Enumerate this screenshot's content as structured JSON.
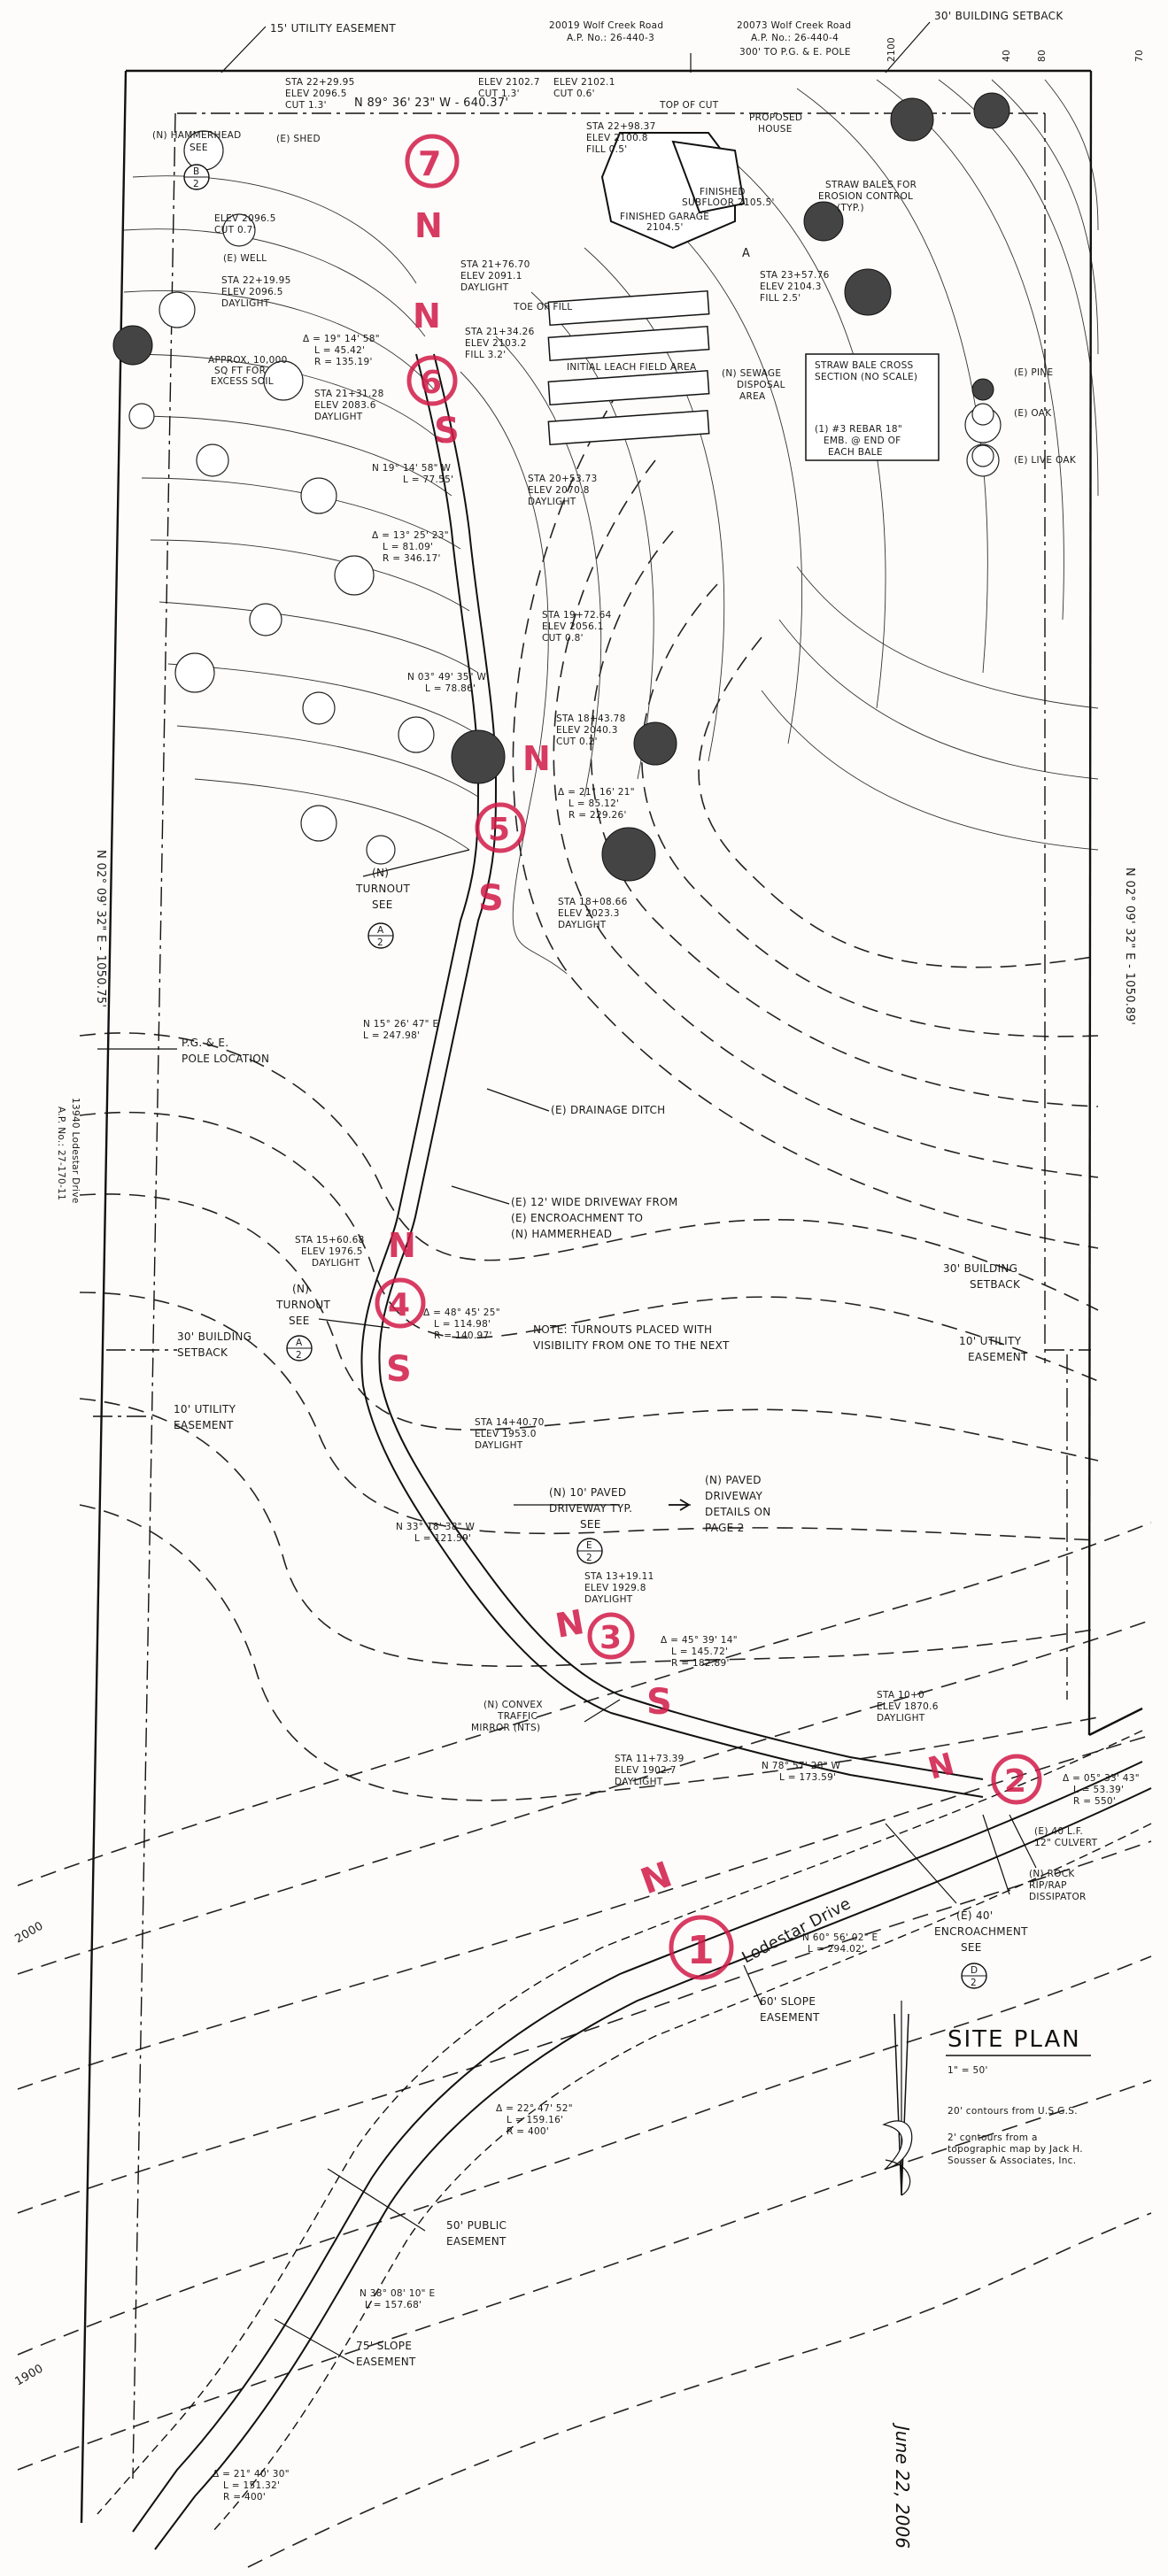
{
  "top": {
    "utility_easement": "15' UTILITY EASEMENT",
    "address_left": "20019 Wolf Creek Road",
    "apn_left": "A.P. No.: 26-440-3",
    "address_right": "20073 Wolf Creek Road",
    "apn_right": "A.P. No.: 26-440-4",
    "building_setback": "30' BUILDING SETBACK",
    "pge_pole": "300' TO P.G. & E. POLE",
    "north_bearing": "N 89° 36' 23\" W - 640.37'",
    "contour_2100": "2100",
    "contour_40": "40",
    "contour_80": "80",
    "contour_70": "70"
  },
  "upper_labels": {
    "sta_2295": "STA 22+29.95",
    "elev_20965": "ELEV 2096.5",
    "cut_13": "CUT 1.3'",
    "elev_21027": "ELEV 2102.7",
    "cut_13b": "CUT 1.3'",
    "elev_21021": "ELEV 2102.1",
    "cut_06": "CUT 0.6'",
    "top_of_cut": "TOP OF CUT",
    "sta_2298": "STA 22+98.37",
    "elev_21008": "ELEV 2100.8",
    "fill_05": "FILL 0.5'",
    "proposed_house": "PROPOSED",
    "proposed_house2": "HOUSE",
    "hammerhead": "(N) HAMMERHEAD",
    "hammerhead_see": "SEE",
    "shed": "(E) SHED",
    "finished_subfloor": "FINISHED",
    "finished_subfloor2": "SUBFLOOR 2105.5'",
    "finished_garage": "FINISHED GARAGE",
    "finished_garage2": "2104.5'",
    "straw_bales": "STRAW BALES FOR",
    "straw_bales2": "EROSION CONTROL",
    "straw_bales3": "(TYP.)",
    "elev_20965b": "ELEV 2096.5",
    "cut_07": "CUT 0.7'",
    "well": "(E) WELL",
    "sta_2219": "STA 22+19.95",
    "elev_20965c": "ELEV 2096.5",
    "daylight": "DAYLIGHT",
    "sta_2176": "STA 21+76.70",
    "elev_20911": "ELEV 2091.1",
    "daylight2": "DAYLIGHT",
    "toe_of_fill": "TOE OF FILL",
    "sta_2357": "STA 23+57.76",
    "elev_21043": "ELEV 2104.3",
    "fill_25": "FILL 2.5'",
    "delta_1": "Δ = 19° 14' 58\"",
    "l_1": "L = 45.42'",
    "r_1": "R = 135.19'",
    "sta_2134": "STA 21+34.26",
    "elev_21032": "ELEV 2103.2",
    "fill_32": "FILL 3.2'",
    "approx_10000": "APPROX. 10,000",
    "approx_10000b": "SQ FT FOR",
    "approx_10000c": "EXCESS SOIL",
    "sta_2131": "STA 21+31.28",
    "elev_20836": "ELEV 2083.6",
    "daylight3": "DAYLIGHT",
    "sewage": "(N) SEWAGE",
    "sewage2": "DISPOSAL",
    "sewage3": "AREA",
    "initial_leach": "INITIAL LEACH FIELD AREA",
    "straw_bale_cross": "STRAW BALE CROSS",
    "straw_bale_cross2": "SECTION (NO SCALE)",
    "rebar": "(1) #3 REBAR 18\"",
    "rebar2": "EMB. @ END OF",
    "rebar3": "EACH BALE",
    "pine": "(E) PINE",
    "oak": "(E) OAK",
    "live_oak": "(E) LIVE OAK",
    "n_bearing_1": "N 19° 14' 58\" W",
    "l_bearing_1": "L = 77.55'",
    "sta_2070": "STA 20+53.73",
    "elev_20708": "ELEV 2070.8",
    "daylight4": "DAYLIGHT"
  },
  "mid_labels": {
    "delta_2": "Δ = 13° 25' 23\"",
    "l_2": "L = 81.09'",
    "r_2": "R = 346.17'",
    "sta_1972": "STA 19+72.64",
    "elev_20561": "ELEV 2056.1",
    "cut_08": "CUT 0.8'",
    "n_bearing_2": "N 03° 49' 35\" W",
    "l_bearing_2": "L = 78.86'",
    "sta_1843": "STA 18+43.78",
    "elev_20403": "ELEV 2040.3",
    "cut_02": "CUT 0.2'",
    "delta_3": "Δ = 21° 16' 21\"",
    "l_3": "L = 85.12'",
    "r_3": "R = 229.26'",
    "turnout": "(N)",
    "turnout2": "TURNOUT",
    "turnout3": "SEE",
    "sta_1808": "STA 18+08.66",
    "elev_20233": "ELEV 2023.3",
    "daylight5": "DAYLIGHT",
    "n_bearing_3": "N 15° 26' 47\" E",
    "l_bearing_3": "L = 247.98'",
    "pge_location": "P.G. & E.",
    "pge_location2": "POLE LOCATION",
    "drainage": "(E) DRAINAGE DITCH",
    "driveway_12": "(E) 12' WIDE DRIVEWAY FROM",
    "driveway_12b": "(E) ENCROACHMENT TO",
    "driveway_12c": "(N) HAMMERHEAD",
    "west_bearing": "N 02° 09' 32\" E - 1050.75'",
    "east_bearing": "N 02° 09' 32\" E - 1050.89'",
    "lodestar_addr": "13940 Lodestar Drive",
    "lodestar_apn": "A.P. No.: 27-170-11"
  },
  "lower_labels": {
    "sta_1560": "STA 15+60.68",
    "elev_19765": "ELEV 1976.5",
    "daylight6": "DAYLIGHT",
    "turnout_b": "(N)",
    "turnout_b2": "TURNOUT",
    "turnout_b3": "SEE",
    "delta_4": "Δ = 48° 45' 25\"",
    "l_4": "L = 114.98'",
    "r_4": "R = 140.97'",
    "note": "NOTE:  TURNOUTS PLACED WITH",
    "note2": "VISIBILITY FROM ONE TO THE NEXT",
    "setback_30": "30' BUILDING",
    "setback_30b": "SETBACK",
    "setback_30_l": "30' BUILDING",
    "setback_30_lb": "SETBACK",
    "utility_10": "10' UTILITY",
    "utility_10b": "EASEMENT",
    "utility_10_l": "10' UTILITY",
    "utility_10_lb": "EASEMENT",
    "sta_1440": "STA 14+40.70",
    "elev_19530": "ELEV 1953.0",
    "daylight7": "DAYLIGHT",
    "paved_typ": "(N) 10' PAVED",
    "paved_typ2": "DRIVEWAY TYP.",
    "paved_typ3": "SEE",
    "paved_details": "(N) PAVED",
    "paved_details2": "DRIVEWAY",
    "paved_details3": "DETAILS ON",
    "paved_details4": "PAGE 2",
    "n_bearing_4": "N 33° 18' 38\" W",
    "l_bearing_4": "L = 121.59'",
    "sta_1319": "STA 13+19.11",
    "elev_19298": "ELEV 1929.8",
    "daylight8": "DAYLIGHT",
    "delta_5": "Δ = 45° 39' 14\"",
    "l_5": "L = 145.72'",
    "r_5": "R = 182.89'",
    "convex": "(N) CONVEX",
    "convex2": "TRAFFIC",
    "convex3": "MIRROR (NTS)",
    "sta_100": "STA 10+0",
    "elev_18706": "ELEV 1870.6",
    "daylight9": "DAYLIGHT",
    "sta_1173": "STA 11+73.39",
    "elev_19027": "ELEV 1902.7",
    "daylight10": "DAYLIGHT",
    "n_bearing_5": "N 78° 57' 28\" W",
    "l_bearing_5": "L = 173.59'",
    "delta_6": "Δ = 05° 33' 43\"",
    "l_6": "L = 53.39'",
    "r_6": "R = 550'",
    "culvert": "(E) 40 L.F.",
    "culvert2": "12\" CULVERT",
    "rock": "(N) ROCK",
    "rock2": "RIP/RAP",
    "rock3": "DISSIPATOR",
    "encroach": "(E) 40'",
    "encroach2": "ENCROACHMENT",
    "encroach3": "SEE",
    "lodestar_drive": "Lodestar Drive",
    "n_bearing_6": "N 60° 56' 02\" E",
    "l_bearing_6": "L = 294.02'",
    "slope_60": "60' SLOPE",
    "slope_60b": "EASEMENT",
    "delta_7": "Δ = 22° 47' 52\"",
    "l_7": "L = 159.16'",
    "r_7": "R = 400'",
    "public_50": "50' PUBLIC",
    "public_50b": "EASEMENT",
    "n_bearing_7": "N 38° 08' 10\" E",
    "l_bearing_7": "L = 157.68'",
    "slope_75": "75' SLOPE",
    "slope_75b": "EASEMENT",
    "delta_8": "Δ = 21° 40' 30\"",
    "l_8": "L = 151.32'",
    "r_8": "R = 400'",
    "contour_2000": "2000",
    "contour_1900": "1900"
  },
  "bubbles": {
    "b2": "B",
    "b2n": "2",
    "a2": "A",
    "a2n": "2",
    "a2b": "A",
    "a2bn": "2",
    "e2": "E",
    "e2n": "2",
    "d2": "D",
    "d2n": "2",
    "sheet_a": "A"
  },
  "legend": {
    "title": "SITE PLAN",
    "scale": "1\" = 50'",
    "note1": "20' contours from U.S.G.S.",
    "note2": "2' contours from a",
    "note3": "topographic map by Jack H.",
    "note4": "Sousser & Associates, Inc.",
    "date": "June 22, 2006"
  },
  "red_marks": {
    "m1": "N",
    "m1n": "1",
    "m2": "N",
    "m2n": "2",
    "m3": "N",
    "m3n": "3",
    "m3s": "S",
    "m4": "N",
    "m4n": "4",
    "m4s": "S",
    "m5": "N",
    "m5n": "5",
    "m5s": "S",
    "m6": "N",
    "m6n": "6",
    "m6s": "S",
    "m7": "N",
    "m7n": "7"
  }
}
